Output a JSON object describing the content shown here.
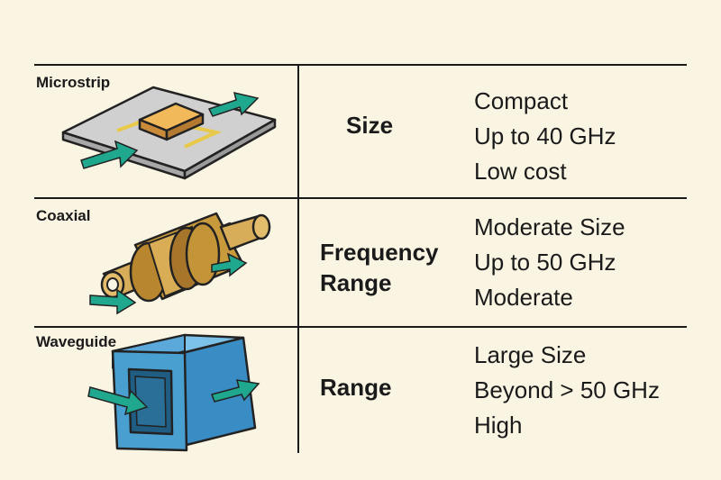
{
  "rows": [
    {
      "type": "Microstrip",
      "property": [
        "Size"
      ],
      "specs": [
        "Compact",
        "Up to 40 GHz",
        "Low cost"
      ],
      "icon": "microstrip-icon"
    },
    {
      "type": "Coaxial",
      "property": [
        "Frequency",
        "Range"
      ],
      "specs": [
        "Moderate Size",
        "Up to 50 GHz",
        "Moderate"
      ],
      "icon": "coaxial-icon"
    },
    {
      "type": "Waveguide",
      "property": [
        "Range"
      ],
      "specs": [
        "Large Size",
        "Beyond > 50 GHz",
        "High"
      ],
      "icon": "waveguide-icon"
    }
  ],
  "colors": {
    "background": "#faf4e3",
    "arrow": "#1fa88e",
    "brass": "#c99a3c",
    "waveguide": "#4a9fd1",
    "substrate": "#cfcfcf",
    "chip": "#e8a24a"
  }
}
